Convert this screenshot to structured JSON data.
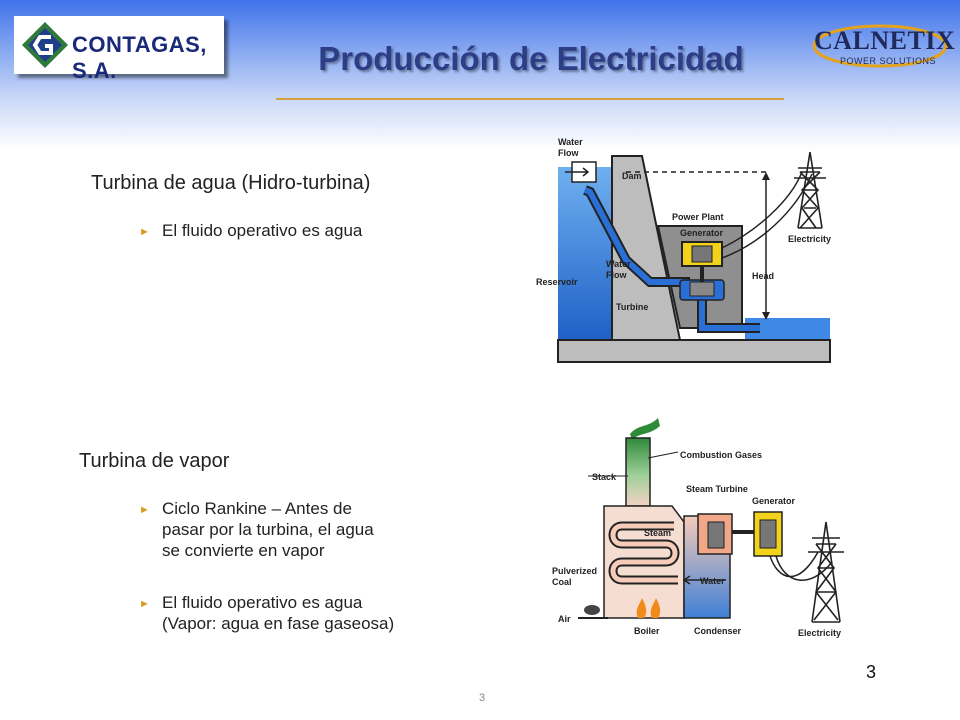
{
  "header": {
    "title": "Producción de Electricidad",
    "logo_left_text": "CONTAGAS, S.A.",
    "logo_right_brand": "CALNETIX",
    "logo_right_sub": "POWER SOLUTIONS"
  },
  "section_water": {
    "heading": "Turbina de agua (Hidro-turbina)",
    "bullets": [
      {
        "lines": [
          "El fluido operativo es agua"
        ]
      }
    ]
  },
  "section_steam": {
    "heading": "Turbina de vapor",
    "bullets": [
      {
        "lines": [
          "Ciclo Rankine – Antes de",
          "pasar por la turbina, el agua",
          "se convierte en vapor"
        ]
      },
      {
        "lines": [
          "El fluido operativo es agua",
          "(Vapor: agua en fase gaseosa)"
        ]
      }
    ]
  },
  "hydro_diagram": {
    "labels": {
      "water_flow_top_1": "Water",
      "water_flow_top_2": "Flow",
      "dam": "Dam",
      "power_plant": "Power Plant",
      "generator": "Generator",
      "electricity": "Electricity",
      "water_flow_mid_1": "Water",
      "water_flow_mid_2": "Flow",
      "reservoir": "Reservoir",
      "head": "Head",
      "turbine": "Turbine"
    }
  },
  "steam_diagram": {
    "labels": {
      "combustion_gases": "Combustion Gases",
      "stack": "Stack",
      "steam_turbine": "Steam Turbine",
      "generator": "Generator",
      "steam": "Steam",
      "pulverized_1": "Pulverized",
      "pulverized_2": "Coal",
      "water": "Water",
      "air": "Air",
      "boiler": "Boiler",
      "condenser": "Condenser",
      "electricity": "Electricity"
    }
  },
  "footer": {
    "page_number": "3",
    "page_number_center": "3"
  },
  "colors": {
    "title": "#2e3e86",
    "rule": "#d6a040",
    "bullet_arrow": "#d79a1f",
    "water": "#2a6fd6",
    "generator": "#f2d21a"
  }
}
